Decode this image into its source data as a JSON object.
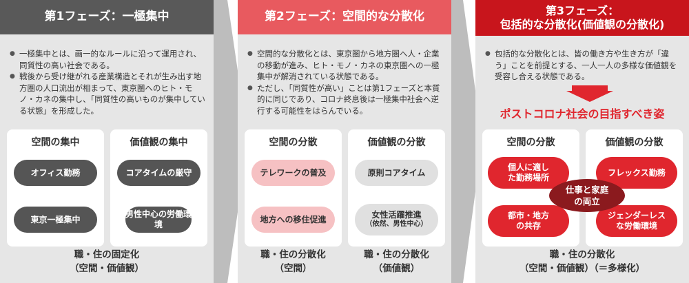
{
  "phase1": {
    "title": "第1フェーズ：一極集中",
    "bullets": [
      "一極集中とは、画一的なルールに沿って運用され、同質性の高い社会である。",
      "戦後から受け継がれる産業構造とそれが生み出す地方圏の人口流出が相まって、東京圏へのヒト・モノ・カネの集中し、「同質性の高いものが集中している状態」を形成した。"
    ],
    "box_left": {
      "title": "空間の集中",
      "items": [
        "オフィス勤務",
        "東京一極集中"
      ]
    },
    "box_right": {
      "title": "価値観の集中",
      "items": [
        "コアタイムの厳守",
        "男性中心の労働環境"
      ]
    },
    "footer": [
      "職・住の固定化",
      "（空間・価値観）"
    ]
  },
  "phase2": {
    "title": "第2フェーズ：空間的な分散化",
    "bullets": [
      "空間的な分散化とは、東京圏から地方圏へ人・企業の移動が進み、ヒト・モノ・カネの東京圏への一極集中が解消されている状態である。",
      "ただし、「同質性が高い」ことは第1フェーズと本質的に同じであり、コロナ終息後は一極集中社会へ逆行する可能性をはらんでいる。"
    ],
    "box_left": {
      "title": "空間の分散",
      "items": [
        "テレワークの普及",
        "地方への移住促進"
      ]
    },
    "box_right": {
      "title": "価値観の分散",
      "items": [
        "原則コアタイム",
        "女性活躍推進"
      ],
      "item2_sub": "（依然、男性中心）"
    },
    "footer_left": [
      "職・住の分散化",
      "（空間）"
    ],
    "footer_right": [
      "職・住の分散化",
      "（価値観）"
    ]
  },
  "phase3": {
    "title_line1": "第3フェーズ：",
    "title_line2": "包括的な分散化(価値観の分散化)",
    "bullets": [
      "包括的な分散化とは、皆の働き方や生き方が「違う」ことを前提とする、一人一人の多様な価値観を受容し合える状態である。"
    ],
    "goal": "ポストコロナ社会の目指すべき姿",
    "box_left": {
      "title": "空間の分散",
      "items": [
        "個人に適した勤務場所",
        "都市・地方の共存"
      ]
    },
    "box_right": {
      "title": "価値観の分散",
      "items": [
        "フレックス勤務",
        "ジェンダーレスな労働環境"
      ]
    },
    "center": "仕事と家庭の両立",
    "footer": [
      "職・住の分散化",
      "（空間・価値観）（＝多様化）"
    ]
  },
  "colors": {
    "phase1_header": "#595959",
    "phase2_header": "#e85a5f",
    "phase3_header": "#c8151c",
    "accent_red": "#e0262e",
    "dark_pill": "#555555",
    "pink_pill": "#f6c1c3"
  }
}
